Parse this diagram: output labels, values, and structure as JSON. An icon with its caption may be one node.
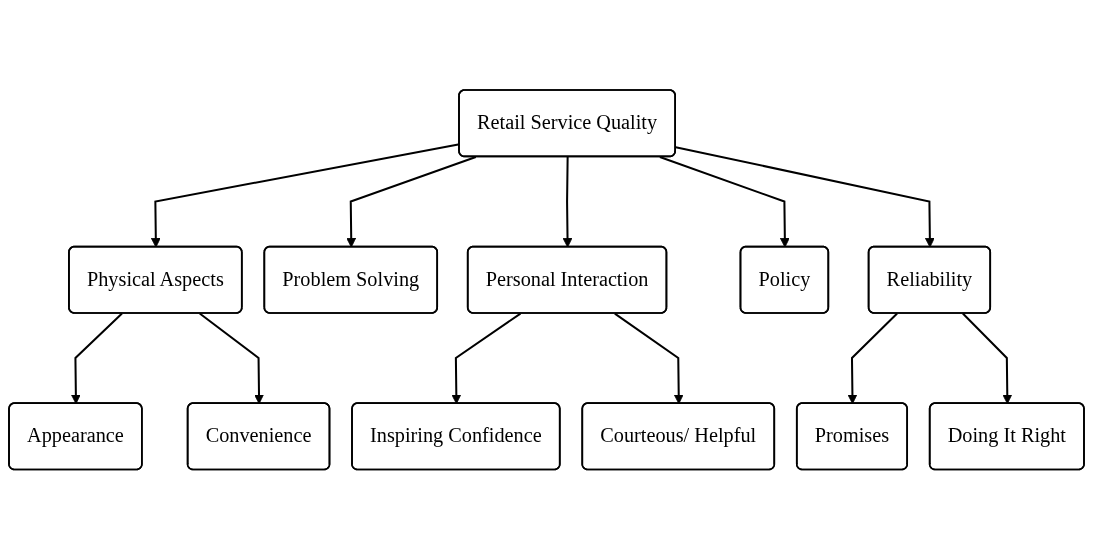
{
  "diagram": {
    "nodes": [
      {
        "text": [
          "Retail Service Quality"
        ]
      },
      {
        "text": [
          "Physical Aspects"
        ]
      },
      {
        "text": [
          "Problem Solving"
        ]
      },
      {
        "text": [
          "Personal Interaction"
        ]
      },
      {
        "text": [
          "Policy"
        ]
      },
      {
        "text": [
          "Reliability"
        ]
      },
      {
        "text": [
          "Appearance"
        ]
      },
      {
        "text": [
          "Convenience"
        ]
      },
      {
        "text": [
          "Inspiring Confidence"
        ]
      },
      {
        "text": [
          "Courteous/ Helpful"
        ]
      },
      {
        "text": [
          "Promises"
        ]
      },
      {
        "text": [
          "Doing It Right"
        ]
      }
    ],
    "edges": [
      {
        "from": 0,
        "to": 1,
        "arrow": "to"
      },
      {
        "from": 0,
        "to": 2,
        "arrow": "to"
      },
      {
        "from": 0,
        "to": 3,
        "arrow": "to"
      },
      {
        "from": 0,
        "to": 4,
        "arrow": "to"
      },
      {
        "from": 0,
        "to": 5,
        "arrow": "to"
      },
      {
        "from": 1,
        "to": 6,
        "arrow": "to"
      },
      {
        "from": 1,
        "to": 7,
        "arrow": "to"
      },
      {
        "from": 3,
        "to": 8,
        "arrow": "to"
      },
      {
        "from": 3,
        "to": 9,
        "arrow": "to"
      },
      {
        "from": 5,
        "to": 10,
        "arrow": "to"
      },
      {
        "from": 5,
        "to": 11,
        "arrow": "to"
      }
    ]
  }
}
